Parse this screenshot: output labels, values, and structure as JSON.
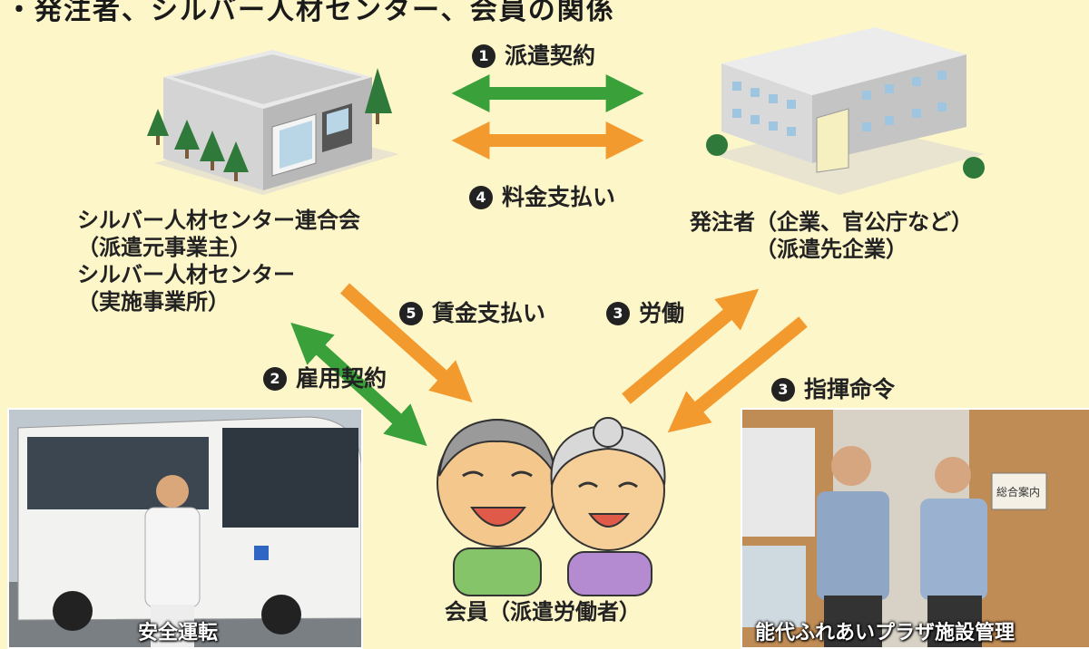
{
  "title": "・発注者、シルバー人材センター、会員の関係",
  "steps": {
    "s1": {
      "num": "1",
      "label": "派遣契約"
    },
    "s4": {
      "num": "4",
      "label": "料金支払い"
    },
    "s5": {
      "num": "5",
      "label": "賃金支払い"
    },
    "s3a": {
      "num": "3",
      "label": "労働"
    },
    "s2": {
      "num": "2",
      "label": "雇用契約"
    },
    "s3b": {
      "num": "3",
      "label": "指揮命令"
    }
  },
  "parties": {
    "center": {
      "line1": "シルバー人材センター連合会",
      "line2": "（派遣元事業主）",
      "line3": "シルバー人材センター",
      "line4": "（実施事業所）"
    },
    "client": {
      "line1": "発注者（企業、官公庁など）",
      "line2": "（派遣先企業）"
    },
    "member": {
      "line1": "会員（派遣労働者）"
    }
  },
  "photos": {
    "left_caption": "安全運転",
    "right_caption": "能代ふれあいプラザ施設管理",
    "right_sign": "総合案内"
  },
  "colors": {
    "green": "#3aa13a",
    "orange": "#f29a2e",
    "background": "#fdf6c9"
  }
}
